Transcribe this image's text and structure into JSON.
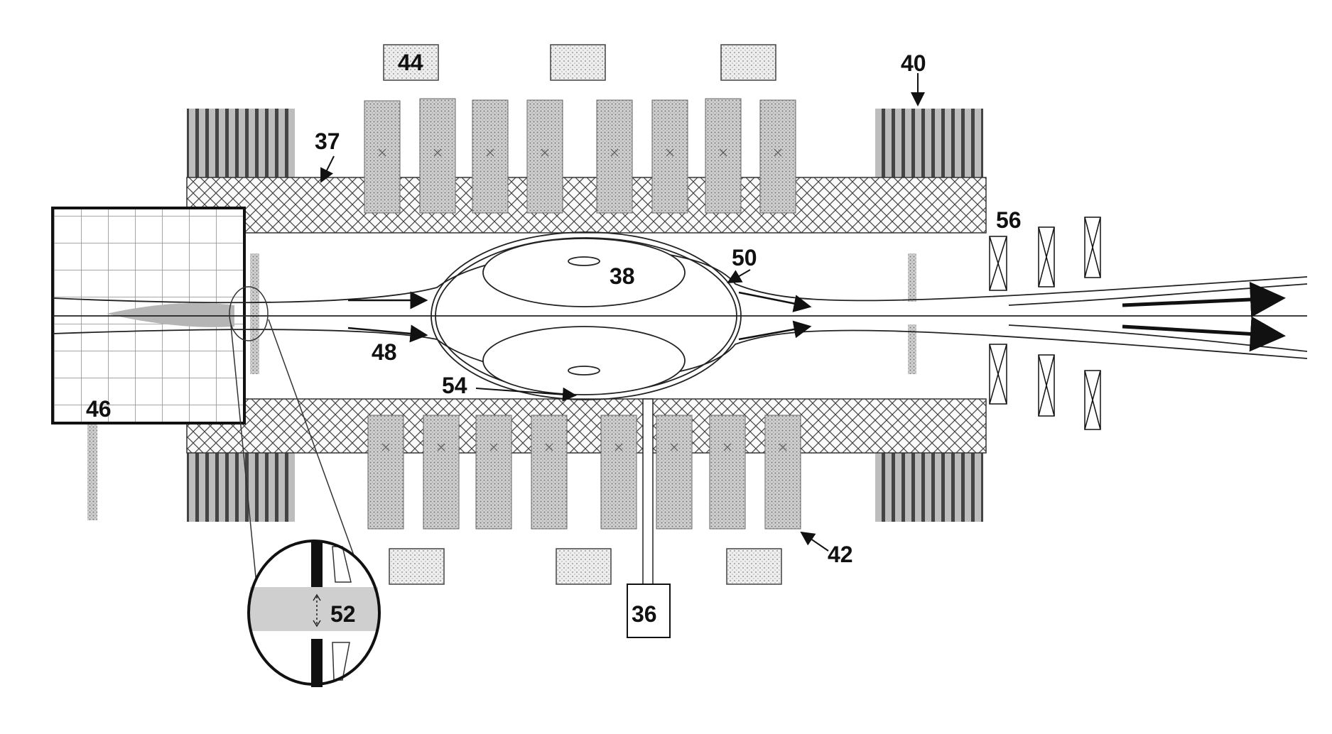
{
  "figure": {
    "labels": {
      "l36": "36",
      "l37": "37",
      "l38": "38",
      "l40": "40",
      "l42": "42",
      "l44": "44",
      "l46": "46",
      "l48": "48",
      "l50": "50",
      "l52": "52",
      "l54": "54",
      "l56": "56"
    }
  }
}
